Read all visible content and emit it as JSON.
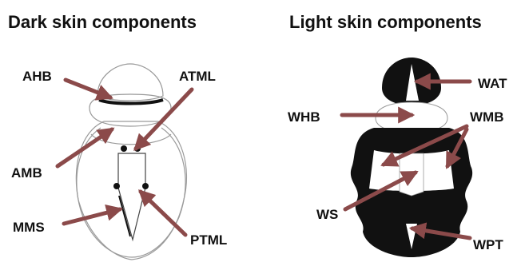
{
  "colors": {
    "arrow": "#8B4A4A",
    "ink": "#111111",
    "outline": "#9a9a9a"
  },
  "dark_panel": {
    "title": "Dark skin components",
    "labels": {
      "ahb": "AHB",
      "atml": "ATML",
      "amb": "AMB",
      "mms": "MMS",
      "ptml": "PTML"
    }
  },
  "light_panel": {
    "title": "Light skin components",
    "labels": {
      "wat": "WAT",
      "whb": "WHB",
      "wmb": "WMB",
      "ws": "WS",
      "wpt": "WPT"
    }
  }
}
